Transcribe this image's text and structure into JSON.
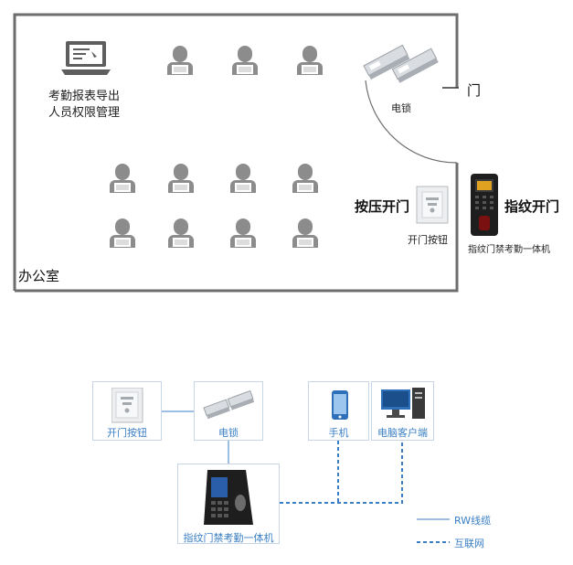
{
  "office": {
    "room_label": "办公室",
    "computer_line1": "考勤报表导出",
    "computer_line2": "人员权限管理",
    "lock_label": "电锁",
    "door_label": "门",
    "press_open_label": "按压开门",
    "button_label": "开门按钮",
    "finger_open_label": "指纹开门",
    "terminal_label": "指纹门禁考勤一体机"
  },
  "network": {
    "nodes": {
      "exit_button": "开门按钮",
      "lock": "电锁",
      "phone": "手机",
      "pc_client": "电脑客户端",
      "terminal": "指纹门禁考勤一体机"
    },
    "legend": {
      "rw_cable": "RW线缆",
      "internet": "互联网"
    }
  },
  "colors": {
    "wall": "#6d6d6d",
    "person": "#8c8c8c",
    "solid_line": "#3a7fc4",
    "dashed_line": "#3a7fc4",
    "box_border": "#c7d6e6"
  }
}
